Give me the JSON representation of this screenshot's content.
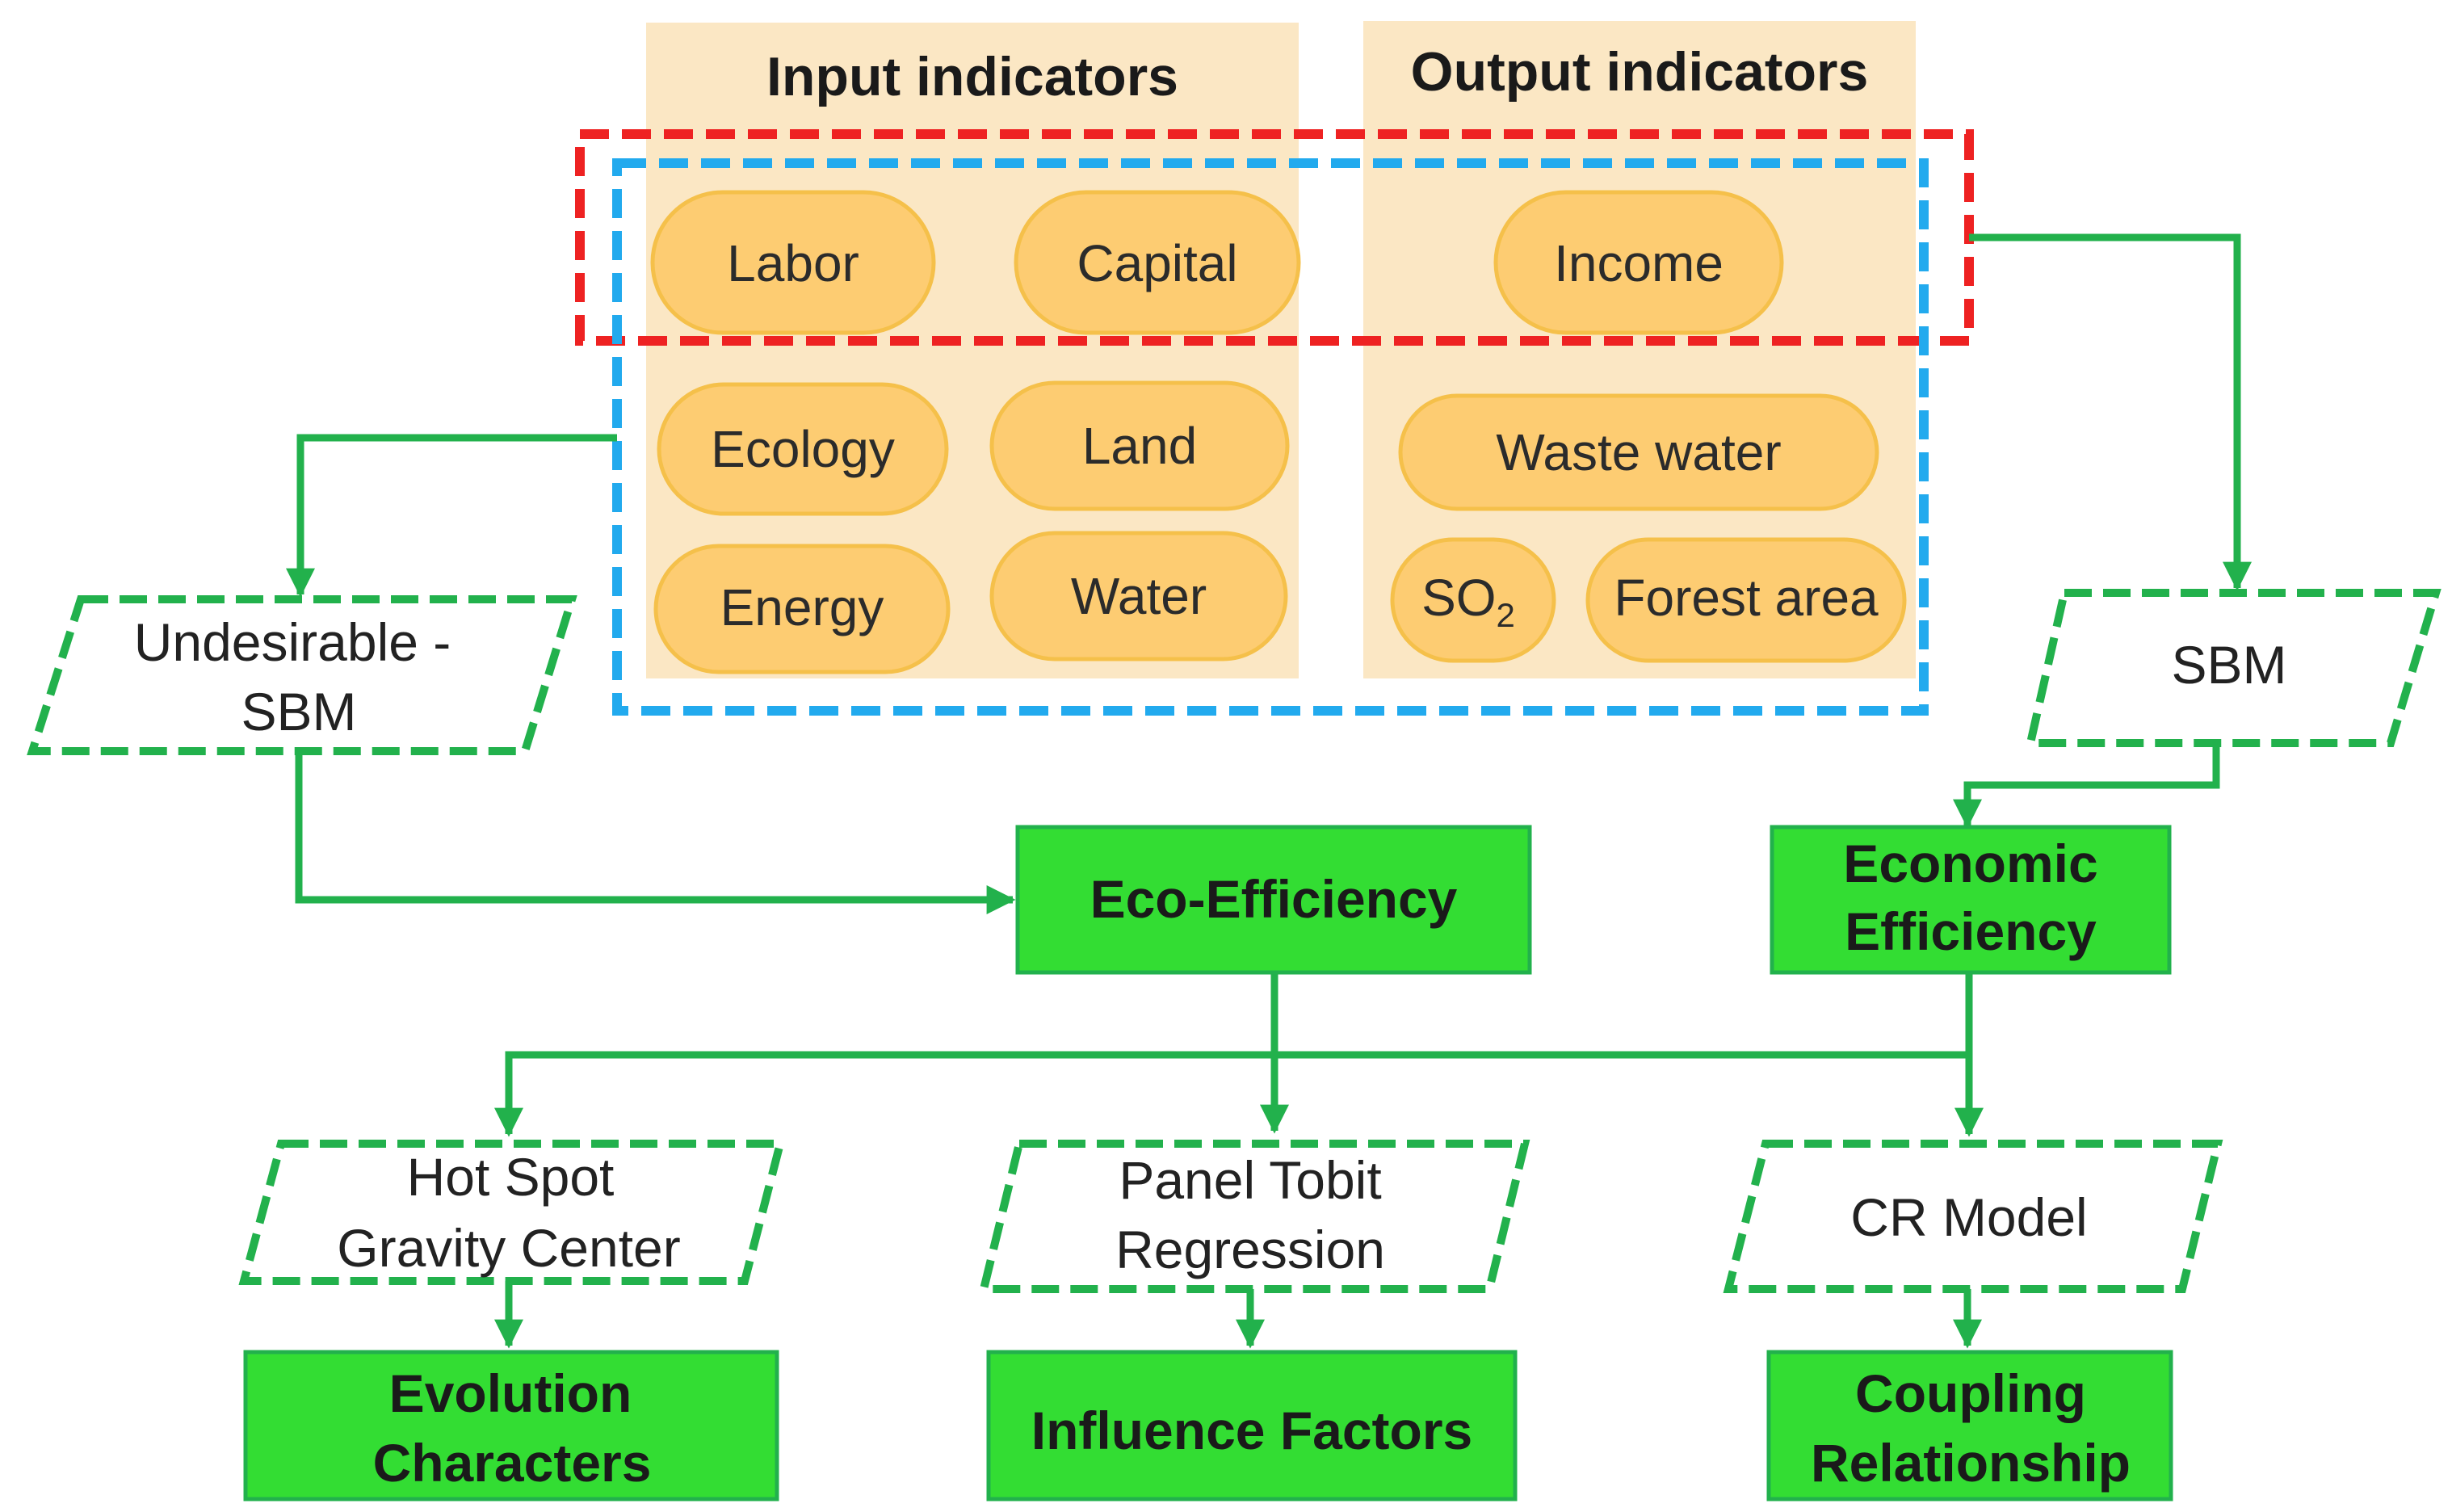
{
  "colors": {
    "panel": "#FBE7C4",
    "pill_fill": "#FDCC72",
    "pill_stroke": "#F5C04A",
    "green": "#22B14C",
    "green_box": "#33DD33",
    "red_dash": "#EE2222",
    "blue_dash": "#22AAEE"
  },
  "headers": {
    "input": "Input indicators",
    "output": "Output indicators"
  },
  "indicators": {
    "labor": "Labor",
    "capital": "Capital",
    "income": "Income",
    "ecology": "Ecology",
    "land": "Land",
    "energy": "Energy",
    "water": "Water",
    "waste_water": "Waste water",
    "so2_main": "SO",
    "so2_sub": "2",
    "forest_area": "Forest area"
  },
  "methods": {
    "undesirable_sbm_line1": "Undesirable  -",
    "undesirable_sbm_line2": "SBM",
    "sbm": "SBM",
    "hotspot_line1": "Hot Spot",
    "hotspot_line2": "Gravity Center",
    "tobit_line1": "Panel Tobit",
    "tobit_line2": "Regression",
    "cr_model": "CR Model"
  },
  "outcomes": {
    "eco_efficiency": "Eco-Efficiency",
    "economic_line1": "Economic",
    "economic_line2": "Efficiency",
    "evolution_line1": "Evolution",
    "evolution_line2": "Characters",
    "influence": "Influence Factors",
    "coupling_line1": "Coupling",
    "coupling_line2": "Relationship"
  }
}
